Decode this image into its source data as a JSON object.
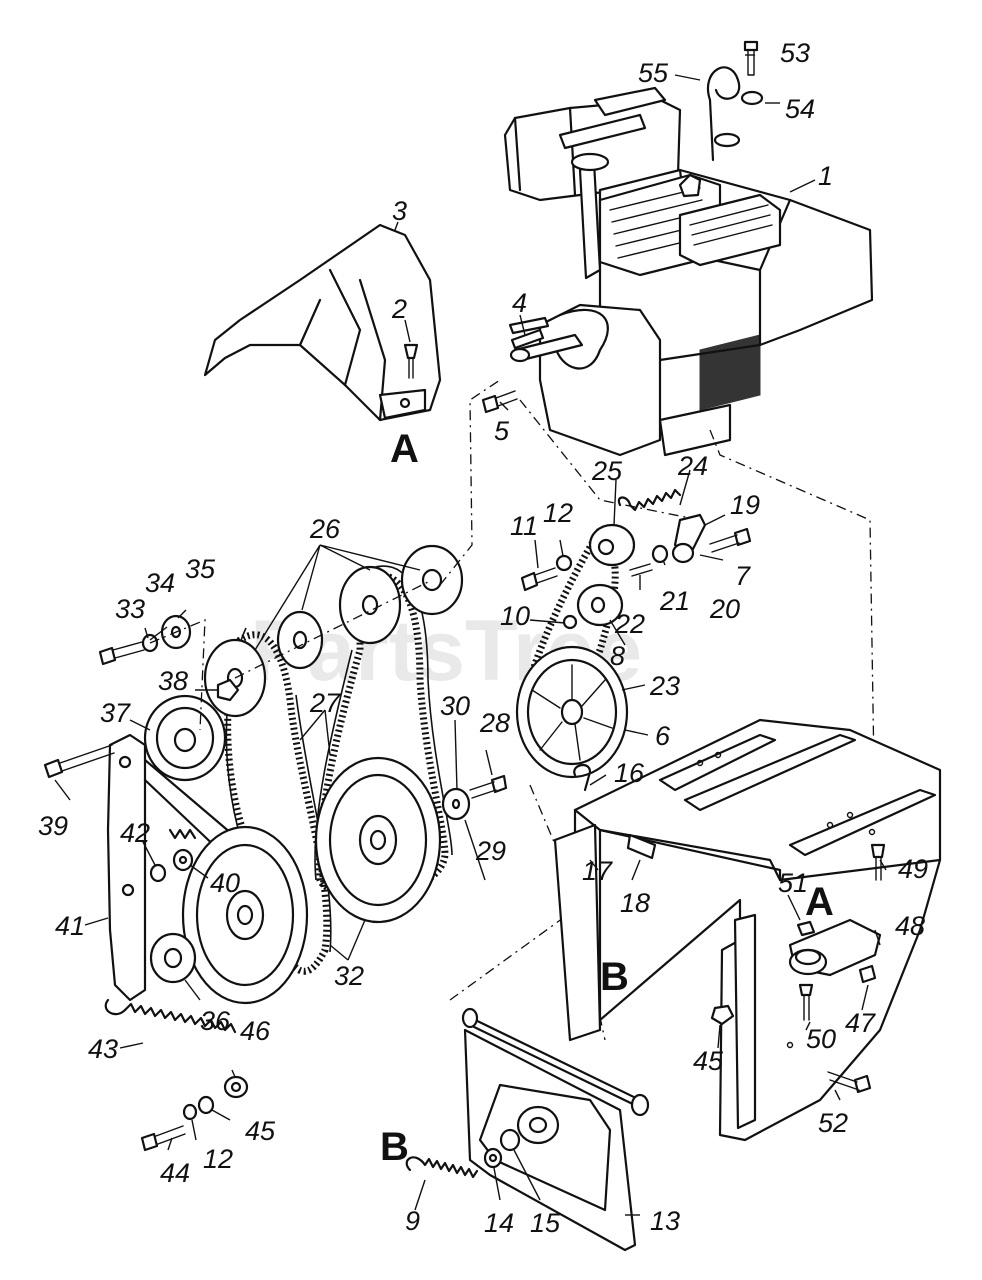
{
  "watermark": "PartsTree",
  "markers": {
    "a_upper": "A",
    "a_lower": "A",
    "b_right": "B",
    "b_lower": "B"
  },
  "callouts": [
    "1",
    "2",
    "3",
    "4",
    "5",
    "6",
    "7",
    "8",
    "9",
    "10",
    "11",
    "12",
    "12",
    "12",
    "13",
    "14",
    "15",
    "16",
    "17",
    "18",
    "19",
    "20",
    "21",
    "22",
    "23",
    "24",
    "25",
    "26",
    "27",
    "28",
    "29",
    "30",
    "32",
    "33",
    "34",
    "35",
    "36",
    "37",
    "38",
    "39",
    "40",
    "41",
    "42",
    "43",
    "44",
    "45",
    "45",
    "46",
    "47",
    "48",
    "49",
    "50",
    "51",
    "52",
    "53",
    "54",
    "55"
  ]
}
